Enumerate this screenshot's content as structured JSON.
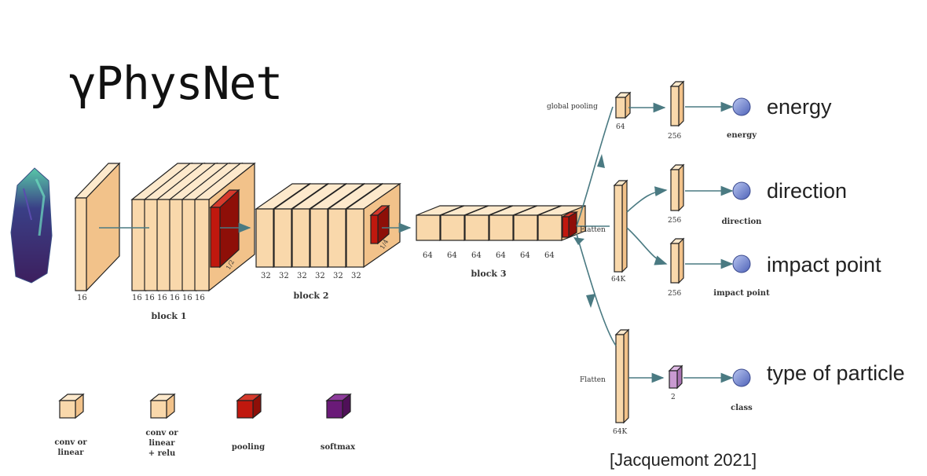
{
  "title": "γPhysNet",
  "citation": "[Jacquemont 2021]",
  "colors": {
    "block_front": "#f9d8ab",
    "block_top": "#fde9cc",
    "block_side": "#f2c28a",
    "pooling": "#c0180e",
    "softmax_legend": "#6a1a78",
    "softmax_node": "#c99ad1",
    "arrow": "#4a7a82",
    "output_node": "#7f93d6"
  },
  "input": {
    "channels": "16"
  },
  "block1": {
    "label": "block 1",
    "channels": [
      "16",
      "16",
      "16",
      "16",
      "16",
      "16"
    ],
    "pool_label": "1/2"
  },
  "block2": {
    "label": "block 2",
    "channels": [
      "32",
      "32",
      "32",
      "32",
      "32",
      "32"
    ],
    "pool_label": "1/4"
  },
  "block3": {
    "label": "block 3",
    "channels": [
      "64",
      "64",
      "64",
      "64",
      "64",
      "64"
    ]
  },
  "heads": {
    "global_pooling": {
      "label": "global pooling",
      "size": "64"
    },
    "flatten_main": {
      "label": "Flatten",
      "size": "64K"
    },
    "flatten_class": {
      "label": "Flatten",
      "size": "64K"
    },
    "energy": {
      "fc": "256",
      "node_label": "energy",
      "output": "energy"
    },
    "direction": {
      "fc": "256",
      "node_label": "direction",
      "output": "direction"
    },
    "impact": {
      "fc": "256",
      "node_label": "impact point",
      "output": "impact point"
    },
    "class": {
      "fc": "2",
      "node_label": "class",
      "output": "type of particle"
    }
  },
  "legend": [
    {
      "label": "conv or\nlinear",
      "icon": "cube-plain-icon"
    },
    {
      "label": "conv or\nlinear\n+ relu",
      "icon": "cube-relu-icon"
    },
    {
      "label": "pooling",
      "icon": "cube-pooling-icon"
    },
    {
      "label": "softmax",
      "icon": "cube-softmax-icon"
    }
  ]
}
